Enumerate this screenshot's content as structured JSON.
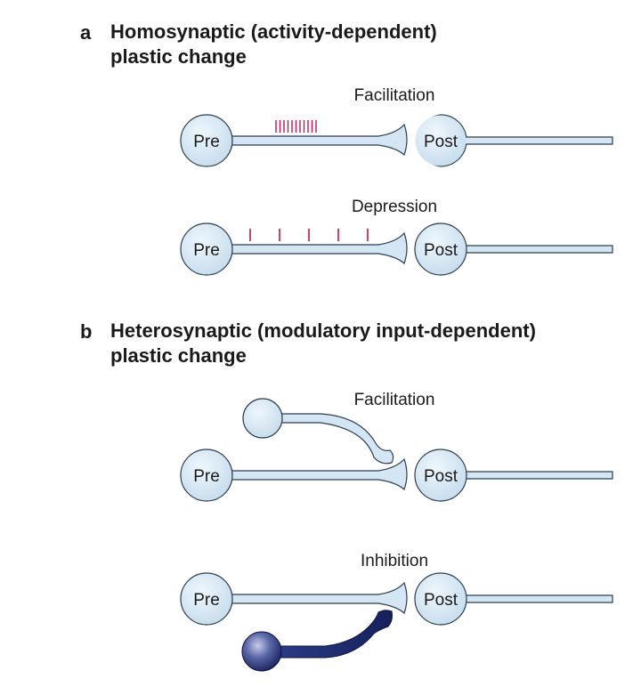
{
  "section_a": {
    "letter": "a",
    "title_line1": "Homosynaptic (activity-dependent)",
    "title_line2": "plastic change",
    "panels": [
      {
        "label": "Facilitation",
        "pre": "Pre",
        "post": "Post"
      },
      {
        "label": "Depression",
        "pre": "Pre",
        "post": "Post"
      }
    ]
  },
  "section_b": {
    "letter": "b",
    "title_line1": "Heterosynaptic (modulatory input-dependent)",
    "title_line2": "plastic change",
    "panels": [
      {
        "label": "Facilitation",
        "pre": "Pre",
        "post": "Post"
      },
      {
        "label": "Inhibition",
        "pre": "Pre",
        "post": "Post"
      }
    ]
  },
  "colors": {
    "cell_fill": "#d4e6f3",
    "cell_stroke": "#2c3e50",
    "spike": "#c0134f",
    "modulatory_dark": "#1b2a6e",
    "text": "#1a1a1a"
  }
}
